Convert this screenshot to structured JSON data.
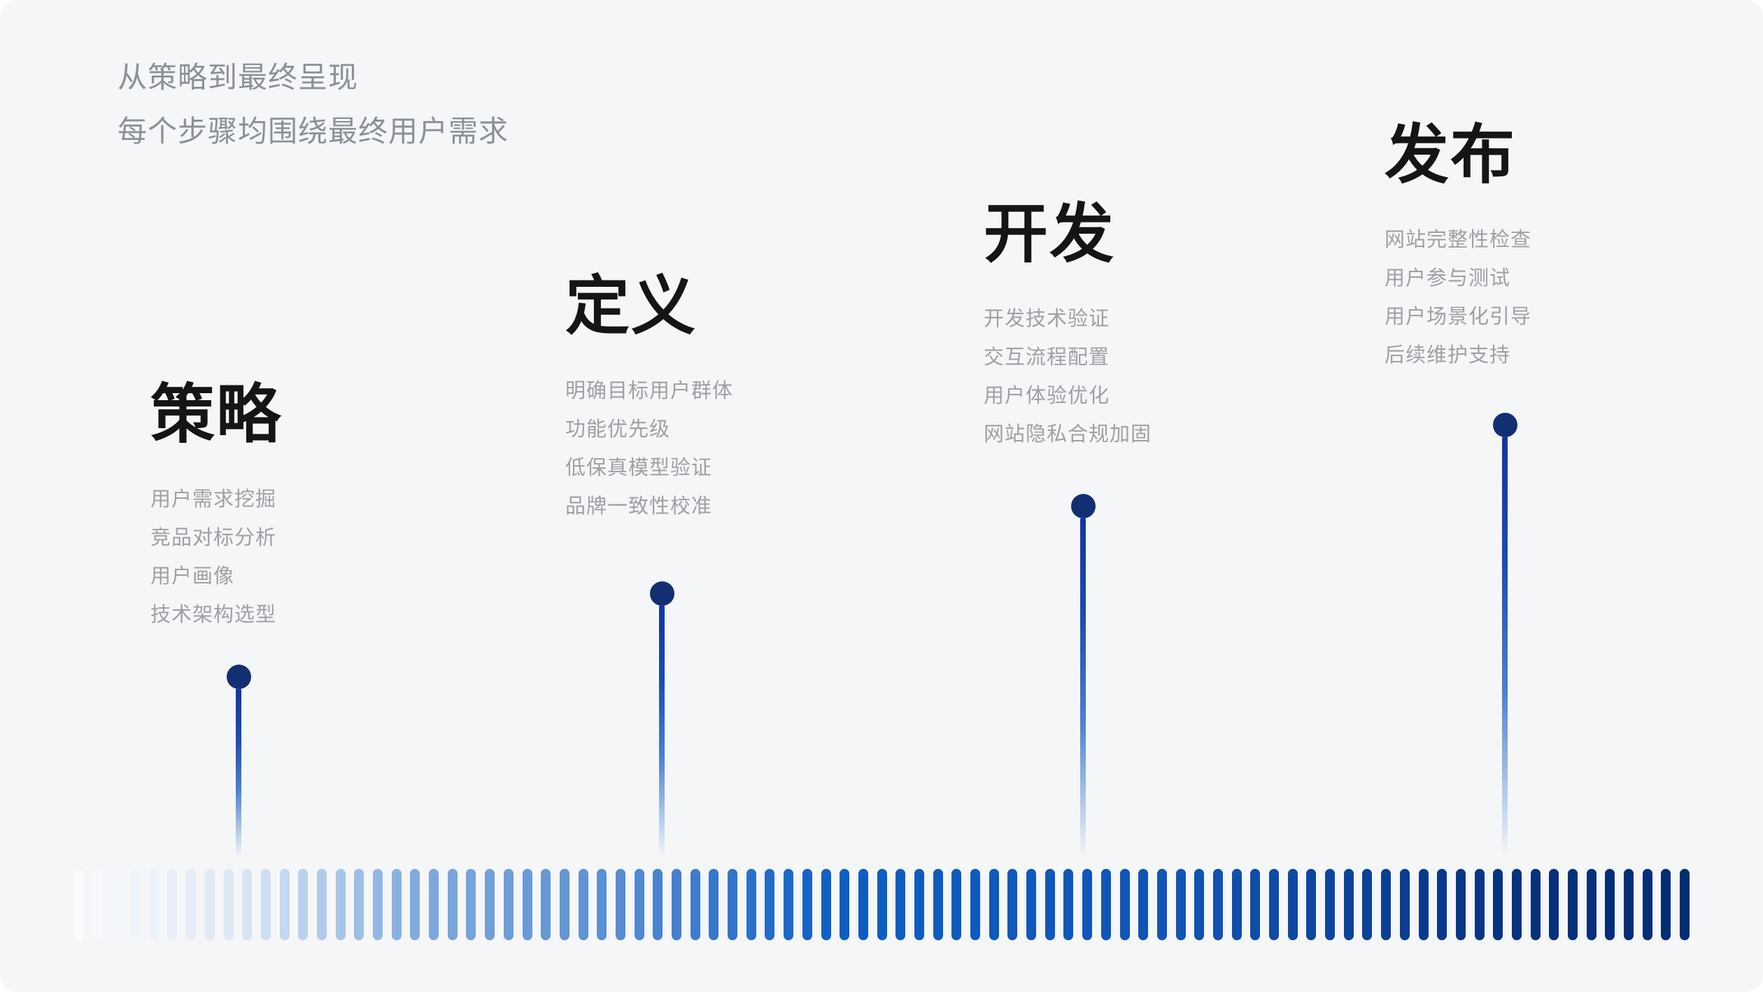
{
  "header": {
    "line1": "从策略到最终呈现",
    "line2": "每个步骤均围绕最终用户需求"
  },
  "stages": [
    {
      "title": "策略",
      "items": [
        "用户需求挖掘",
        "竞品对标分析",
        "用户画像",
        "技术架构选型"
      ]
    },
    {
      "title": "定义",
      "items": [
        "明确目标用户群体",
        "功能优先级",
        "低保真模型验证",
        "品牌一致性校准"
      ]
    },
    {
      "title": "开发",
      "items": [
        "开发技术验证",
        "交互流程配置",
        "用户体验优化",
        "网站隐私合规加固"
      ]
    },
    {
      "title": "发布",
      "items": [
        "网站完整性检查",
        "用户参与测试",
        "用户场景化引导",
        "后续维护支持"
      ]
    }
  ],
  "timeline": {
    "bar_count": 87,
    "gradient_stops": [
      [
        0.0,
        "#F9FBFE"
      ],
      [
        0.1,
        "#DCE7F4"
      ],
      [
        0.21,
        "#7FABDE"
      ],
      [
        0.33,
        "#5B8FD2"
      ],
      [
        0.47,
        "#0E5EC4"
      ],
      [
        0.69,
        "#1153B4"
      ],
      [
        0.9,
        "#06317D"
      ],
      [
        1.0,
        "#032D73"
      ]
    ]
  },
  "colors": {
    "background": "#F5F6F7",
    "title_text": "#151515",
    "item_text": "#9DA1A6",
    "header_text": "#8B9199",
    "dot": "#122F72",
    "stem_top": "#14359F",
    "bar_dark": "#032D73"
  }
}
